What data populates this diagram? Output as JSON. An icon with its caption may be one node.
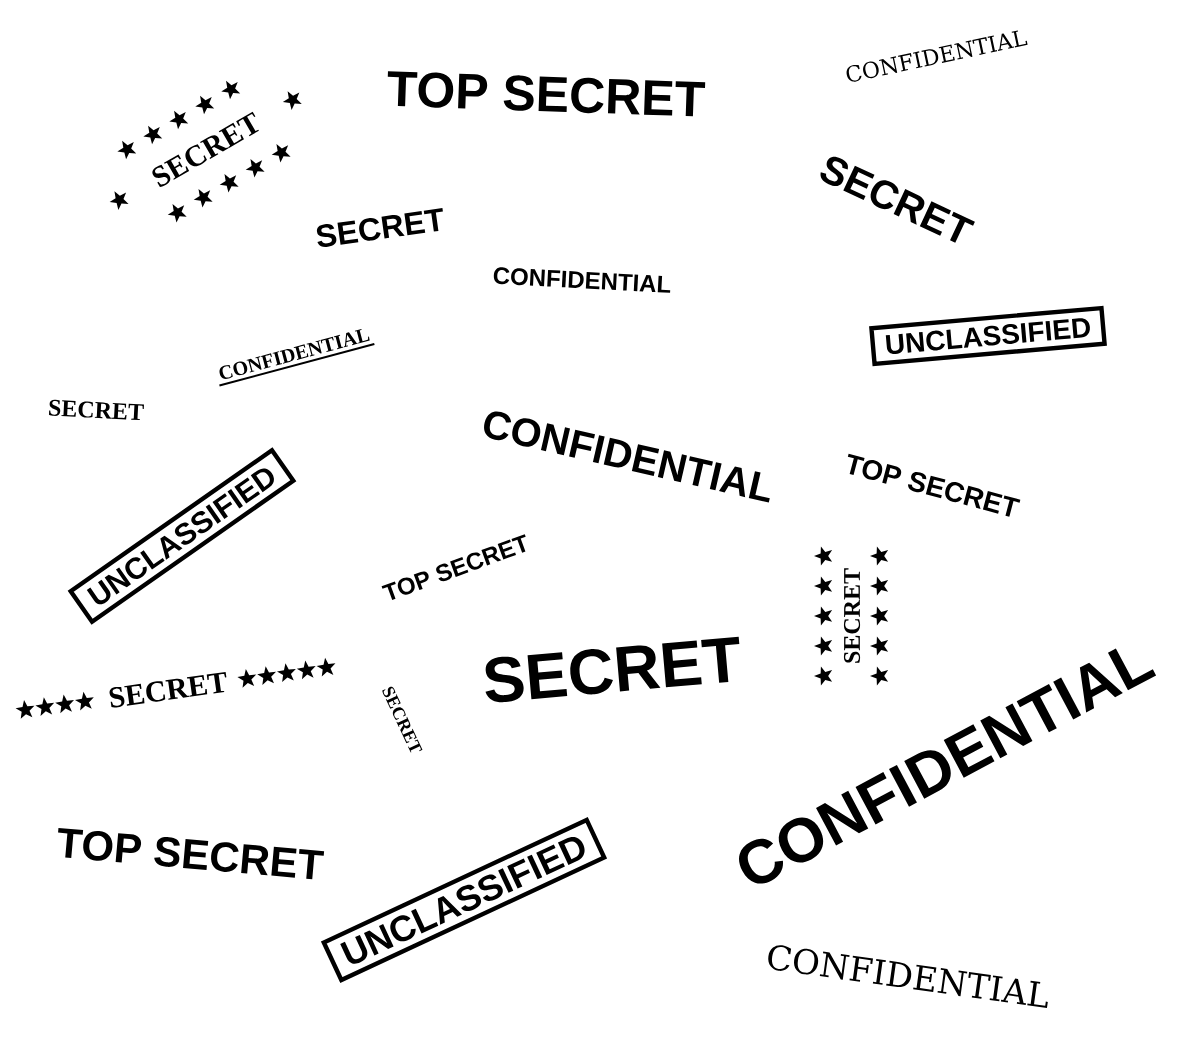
{
  "diagram": {
    "nodes": [
      {
        "text": [
          "UNCLASSIFIED"
        ]
      },
      {
        "text": [
          "UNCLASSIFIED"
        ]
      },
      {
        "text": [
          "UNCLASSIFIED"
        ]
      }
    ],
    "labels": [
      "SECRET",
      "TOP SECRET",
      "CONFIDENTIAL",
      "SECRET",
      "SECRET",
      "CONFIDENTIAL",
      "SECRET",
      "CONFIDENTIAL",
      "CONFIDENTIAL",
      "TOP SECRET",
      "TOP SECRET",
      "SECRET",
      "SECRET",
      "SECRET",
      "SECRET",
      "TOP SECRET",
      "CONFIDENTIAL",
      "CONFIDENTIAL"
    ]
  }
}
